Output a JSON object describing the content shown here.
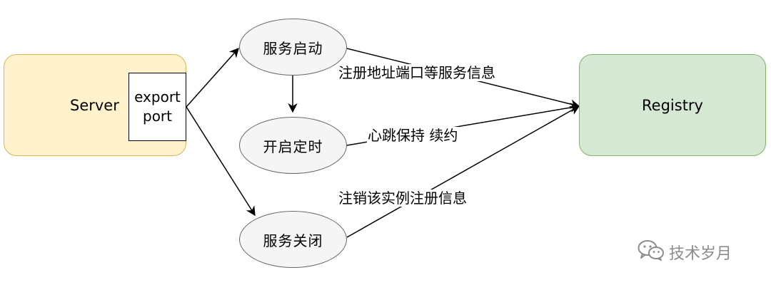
{
  "nodes": {
    "server": "Server",
    "port_line1": "export",
    "port_line2": "port",
    "registry": "Registry",
    "service_start": "服务启动",
    "start_timer": "开启定时",
    "service_close": "服务关闭"
  },
  "edges": {
    "register_info": "注册地址端口等服务信息",
    "heartbeat_renew": "心跳保持 续约",
    "deregister_info": "注销该实例注册信息"
  },
  "watermark": {
    "icon": "wechat-icon",
    "text": "技术岁月"
  },
  "colors": {
    "server_fill": "#fff2cc",
    "server_border": "#d6b656",
    "registry_fill": "#d5e8d4",
    "registry_border": "#82b366",
    "ellipse_fill": "#f5f5f5",
    "ellipse_border": "#666666"
  }
}
